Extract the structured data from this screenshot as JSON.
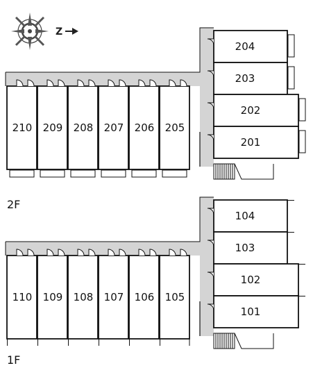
{
  "compass": {
    "label": "Z"
  },
  "floors": [
    {
      "label": "2F",
      "rooms_left": [
        "210",
        "209",
        "208",
        "207",
        "206",
        "205"
      ],
      "rooms_right": [
        "204",
        "203",
        "202",
        "201"
      ]
    },
    {
      "label": "1F",
      "rooms_left": [
        "110",
        "109",
        "108",
        "107",
        "106",
        "105"
      ],
      "rooms_right": [
        "104",
        "103",
        "102",
        "101"
      ]
    }
  ],
  "colors": {
    "corridor": "#d4d4d4",
    "wall": "#111111",
    "background": "#ffffff"
  }
}
